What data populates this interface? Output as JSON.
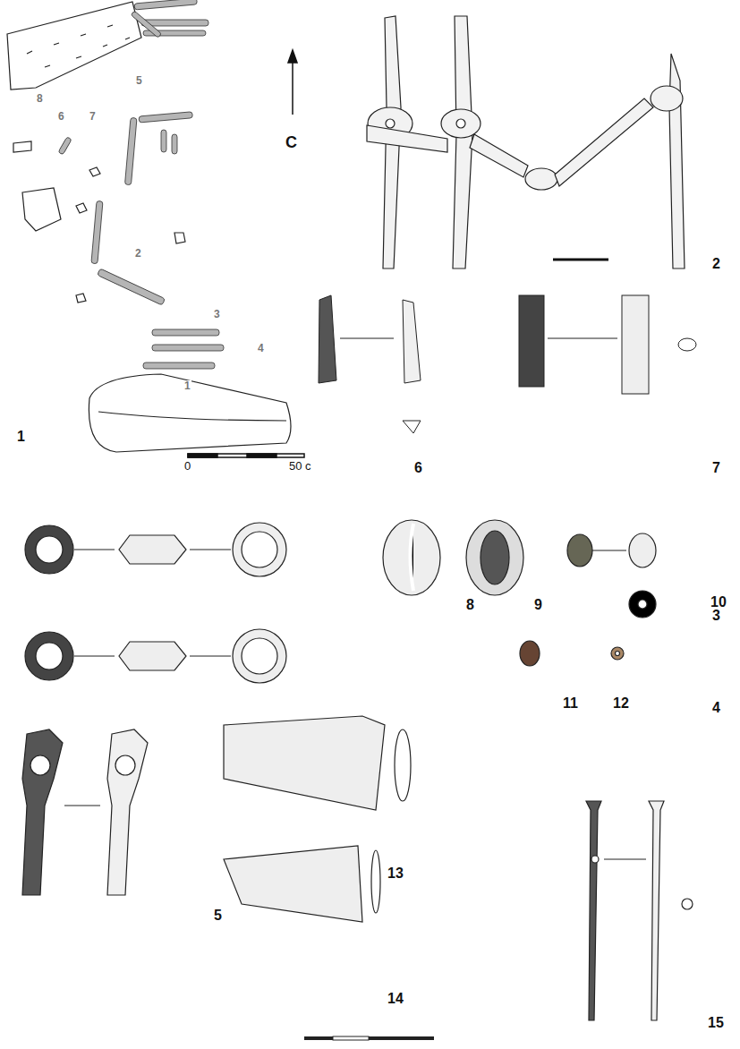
{
  "diagram": {
    "labels": [
      "С",
      "0",
      "50 c",
      "5",
      "8",
      "6",
      "7",
      "2",
      "3",
      "4",
      "1",
      "1",
      "2",
      "6",
      "7",
      "3",
      "8",
      "9",
      "10",
      "4",
      "11",
      "12",
      "5",
      "13",
      "14",
      "15"
    ]
  }
}
